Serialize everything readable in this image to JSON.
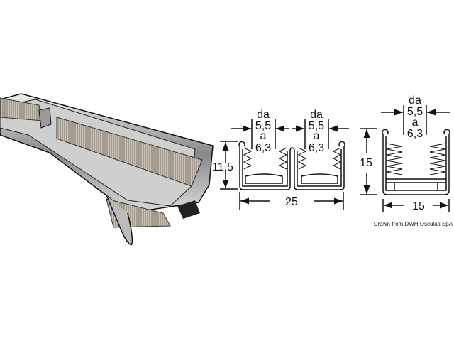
{
  "double_profile": {
    "left_channel": {
      "prefix": "da",
      "min": "5,5",
      "joiner": "a",
      "max": "6,3"
    },
    "right_channel": {
      "prefix": "da",
      "min": "5,5",
      "joiner": "a",
      "max": "6,3"
    },
    "height": "11,5",
    "width": "25"
  },
  "single_profile": {
    "channel": {
      "prefix": "da",
      "min": "5,5",
      "joiner": "a",
      "max": "6,3"
    },
    "height": "15",
    "width": "15"
  },
  "credit": "Drawn from DWH Osculati SpA",
  "colors": {
    "line": "#111111",
    "metal": "#9a9a9a",
    "brush": "#b8b0a4",
    "seal": "#222222"
  }
}
